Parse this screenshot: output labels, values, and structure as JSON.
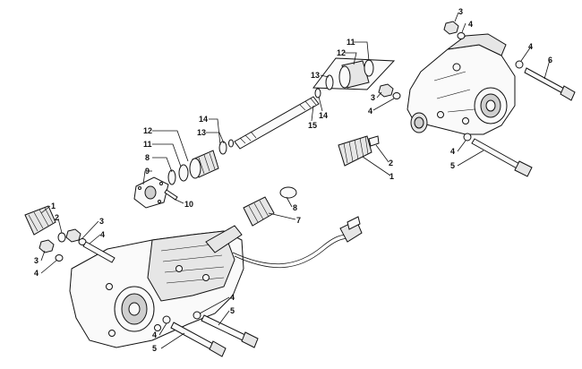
{
  "callouts": [
    {
      "id": "c1a",
      "text": "11"
    },
    {
      "id": "c1b",
      "text": "12"
    },
    {
      "id": "c1c",
      "text": "13"
    },
    {
      "id": "c1d",
      "text": "14"
    },
    {
      "id": "c1e",
      "text": "15"
    },
    {
      "id": "c1f",
      "text": "3"
    },
    {
      "id": "c1g",
      "text": "4"
    },
    {
      "id": "c1h",
      "text": "4"
    },
    {
      "id": "c1i",
      "text": "6"
    },
    {
      "id": "c1j",
      "text": "3"
    },
    {
      "id": "c1k",
      "text": "4"
    },
    {
      "id": "c1l",
      "text": "2"
    },
    {
      "id": "c1m",
      "text": "1"
    },
    {
      "id": "c1n",
      "text": "4"
    },
    {
      "id": "c1o",
      "text": "5"
    },
    {
      "id": "c2a",
      "text": "14"
    },
    {
      "id": "c2b",
      "text": "12"
    },
    {
      "id": "c2c",
      "text": "13"
    },
    {
      "id": "c2d",
      "text": "11"
    },
    {
      "id": "c2e",
      "text": "8"
    },
    {
      "id": "c2f",
      "text": "9"
    },
    {
      "id": "c2g",
      "text": "10"
    },
    {
      "id": "c2h",
      "text": "8"
    },
    {
      "id": "c2i",
      "text": "7"
    },
    {
      "id": "c3a",
      "text": "1"
    },
    {
      "id": "c3b",
      "text": "2"
    },
    {
      "id": "c3c",
      "text": "3"
    },
    {
      "id": "c3d",
      "text": "4"
    },
    {
      "id": "c3e",
      "text": "3"
    },
    {
      "id": "c3f",
      "text": "4"
    },
    {
      "id": "c3g",
      "text": "4"
    },
    {
      "id": "c3h",
      "text": "5"
    },
    {
      "id": "c3i",
      "text": "4"
    },
    {
      "id": "c3j",
      "text": "5"
    }
  ]
}
